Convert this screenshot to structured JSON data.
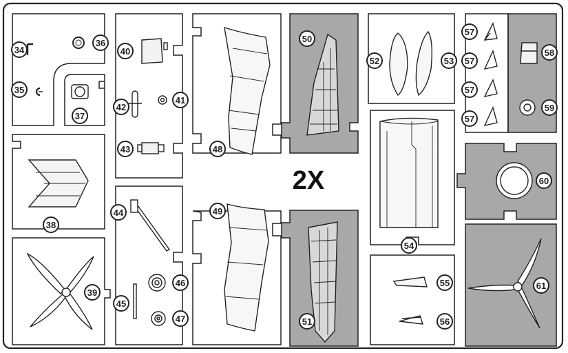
{
  "sheet": {
    "multiplier": "2X",
    "colors": {
      "line": "#222222",
      "grey_panel": "#a8a8a8",
      "part_fill": "#ffffff",
      "paper": "#ffffff"
    }
  },
  "parts": [
    "34",
    "35",
    "36",
    "37",
    "38",
    "39",
    "40",
    "41",
    "42",
    "43",
    "44",
    "45",
    "46",
    "47",
    "48",
    "49",
    "50",
    "51",
    "52",
    "53",
    "54",
    "55",
    "56",
    "57",
    "57",
    "57",
    "57",
    "58",
    "59",
    "60",
    "61"
  ]
}
